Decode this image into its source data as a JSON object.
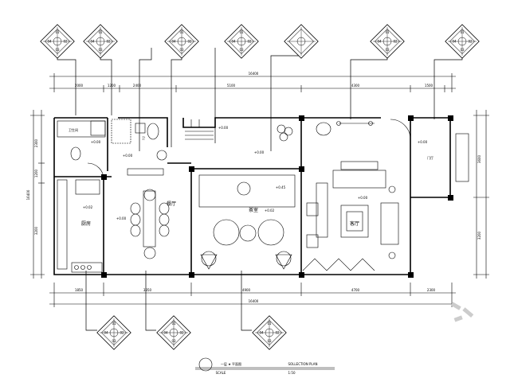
{
  "overall_dimension": "16400",
  "top_dimensions": [
    "2000",
    "1200",
    "2400",
    "5100",
    "4300",
    "1500"
  ],
  "bottom_dimensions": [
    "1850",
    "3350",
    "4900",
    "4700",
    "2300"
  ],
  "left_dimensions": [
    "2300",
    "1200",
    "3200"
  ],
  "right_dimensions": [
    "3600",
    "3200"
  ],
  "room_labels": {
    "kitchen": "厨房",
    "dining": "餐厅",
    "tea_room": "茶室",
    "living_room": "客厅",
    "washroom": "卫生间",
    "porch": "门厅",
    "bath": "卫"
  },
  "level_marks": {
    "kitchen": "+0.02",
    "dining": "+0.00",
    "tea_room": "+0.02",
    "living_room": "+0.00",
    "porch": "+0.00",
    "stair": "+0.00",
    "corridor": "+0.00",
    "bath": "+0.00",
    "tea_top": "+0.45"
  },
  "diamond_labels": {
    "d01": "01",
    "d02": "02",
    "d03": "03",
    "d04": "04",
    "code": "ED-04"
  },
  "title": {
    "main": "一层 ★ 平面图",
    "english": "SOLLECTION PLAN",
    "scale": "SCALE",
    "scale_value": "1:50"
  },
  "colors": {
    "line": "#000000",
    "fill": "#000000",
    "watermark": "#cccccc"
  }
}
